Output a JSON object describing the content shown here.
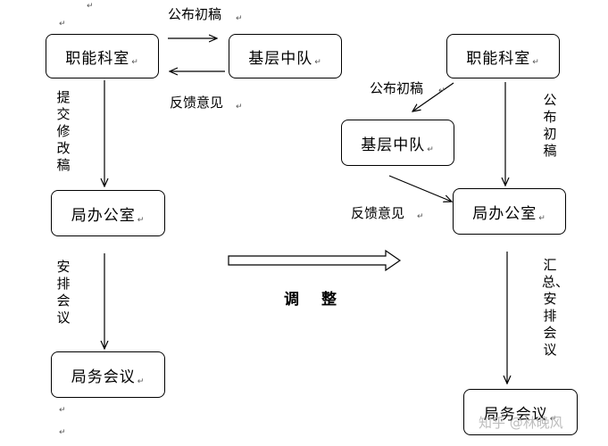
{
  "left": {
    "office": "职能科室",
    "squad": "基层中队",
    "bureau": "局办公室",
    "meeting": "局务会议",
    "publish": "公布初稿",
    "feedback": "反馈意见",
    "submit": "提交修改稿",
    "arrange": "安排会议"
  },
  "center": {
    "adjust": "调　整"
  },
  "right": {
    "office": "职能科室",
    "squad": "基层中队",
    "bureau": "局办公室",
    "meeting": "局务会议",
    "publish_a": "公布初稿",
    "publish_b": "公布初稿",
    "feedback": "反馈意见",
    "summary": "汇总、安排会议"
  },
  "para_mark": "↵",
  "watermark": "知乎 @林晚风"
}
